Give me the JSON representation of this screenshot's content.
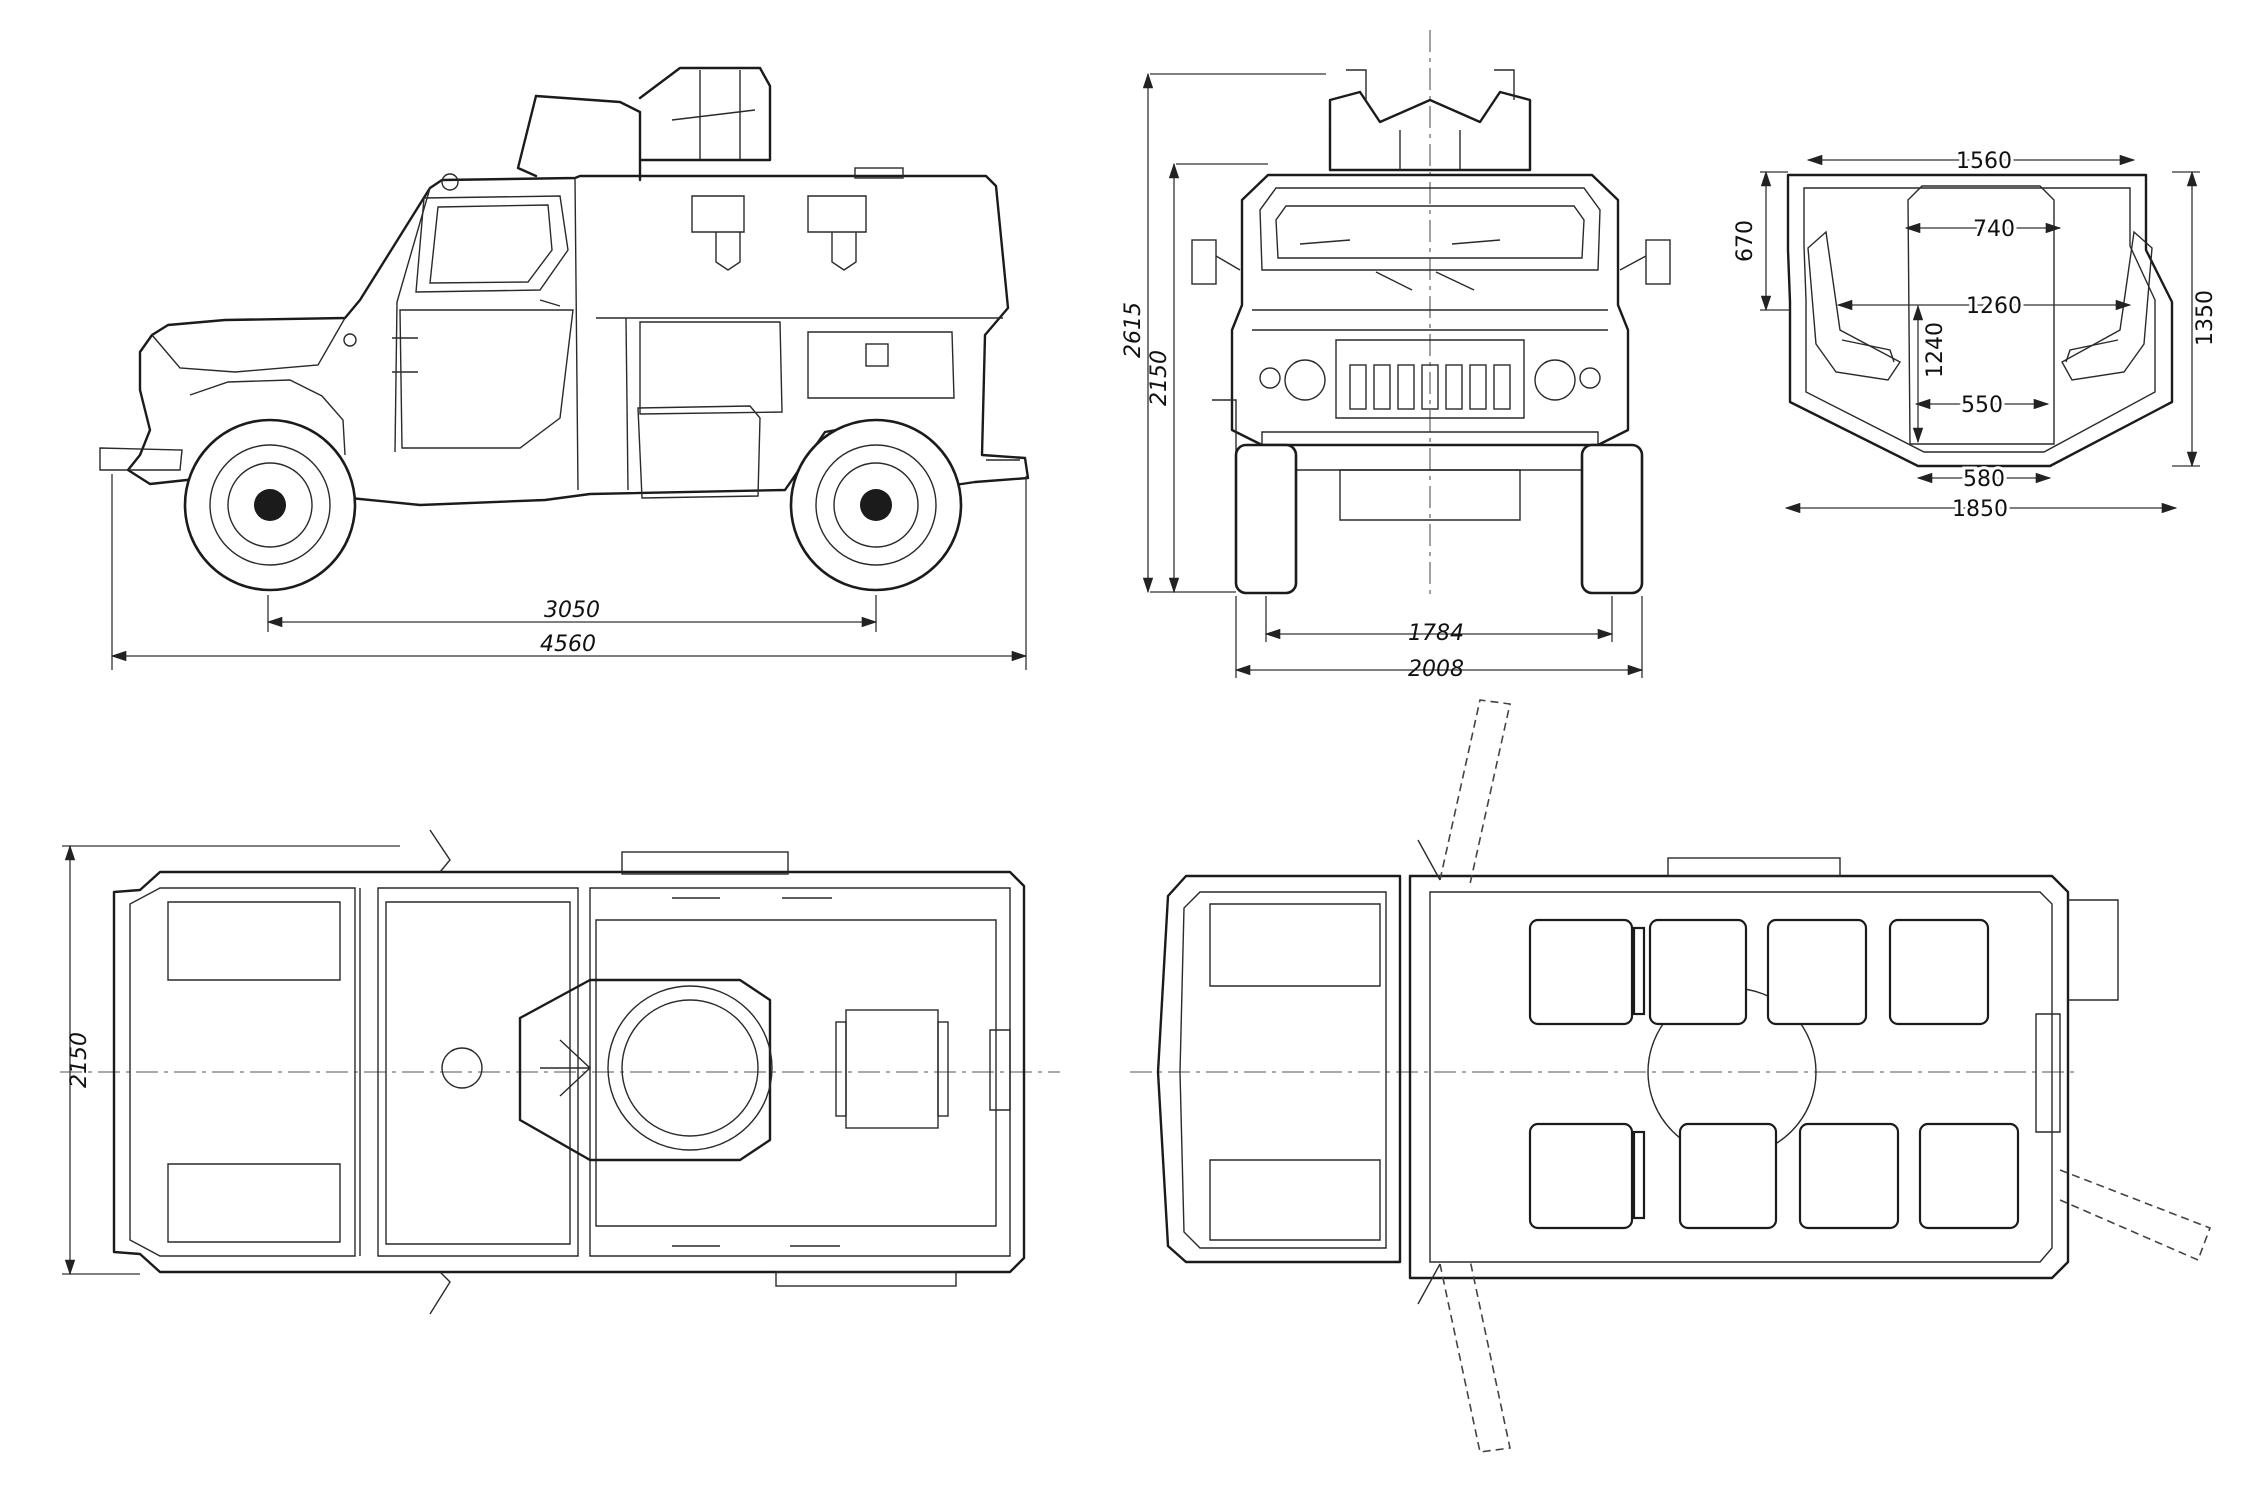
{
  "side_view": {
    "wheelbase": "3050",
    "length": "4560"
  },
  "front_view": {
    "height_total": "2615",
    "height_body": "2150",
    "track": "1784",
    "width": "2008"
  },
  "section_view": {
    "top_width": "1560",
    "upper_width": "740",
    "wall_height": "670",
    "mid_width": "1260",
    "inner_height": "1240",
    "total_height": "1350",
    "floor_width": "550",
    "base_width": "580",
    "bottom_width": "1850"
  },
  "top_view": {
    "width": "2150"
  }
}
